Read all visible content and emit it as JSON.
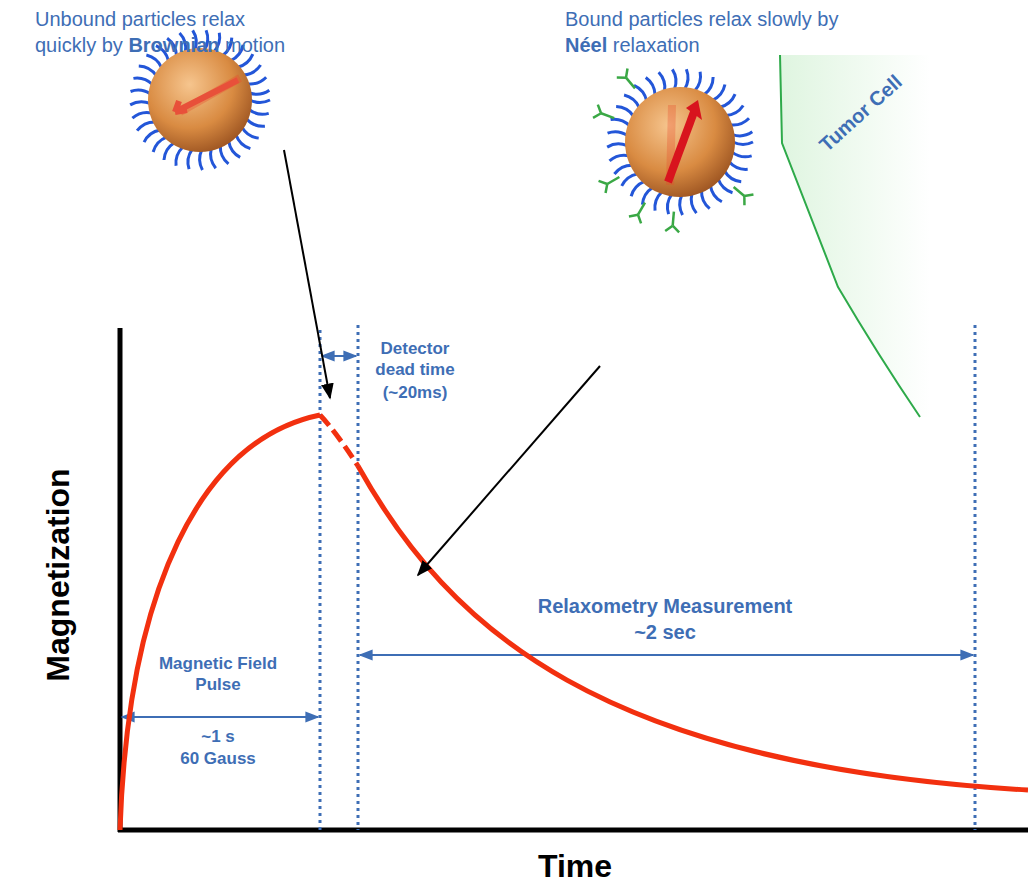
{
  "diagram": {
    "nodes": [
      {
        "text": [
          "Tumor Cell"
        ]
      }
    ],
    "labels": [
      "Unbound particles relax quickly by",
      "Brownian",
      "motion",
      "Bound particles relax slowly by",
      "Néel",
      "relaxation",
      "Detector dead time",
      "(~20ms)",
      "Relaxometry Measurement",
      "~2 sec",
      "Magnetic Field Pulse",
      "~1 s",
      "60 Gauss",
      "Magnetization",
      "Time"
    ]
  }
}
